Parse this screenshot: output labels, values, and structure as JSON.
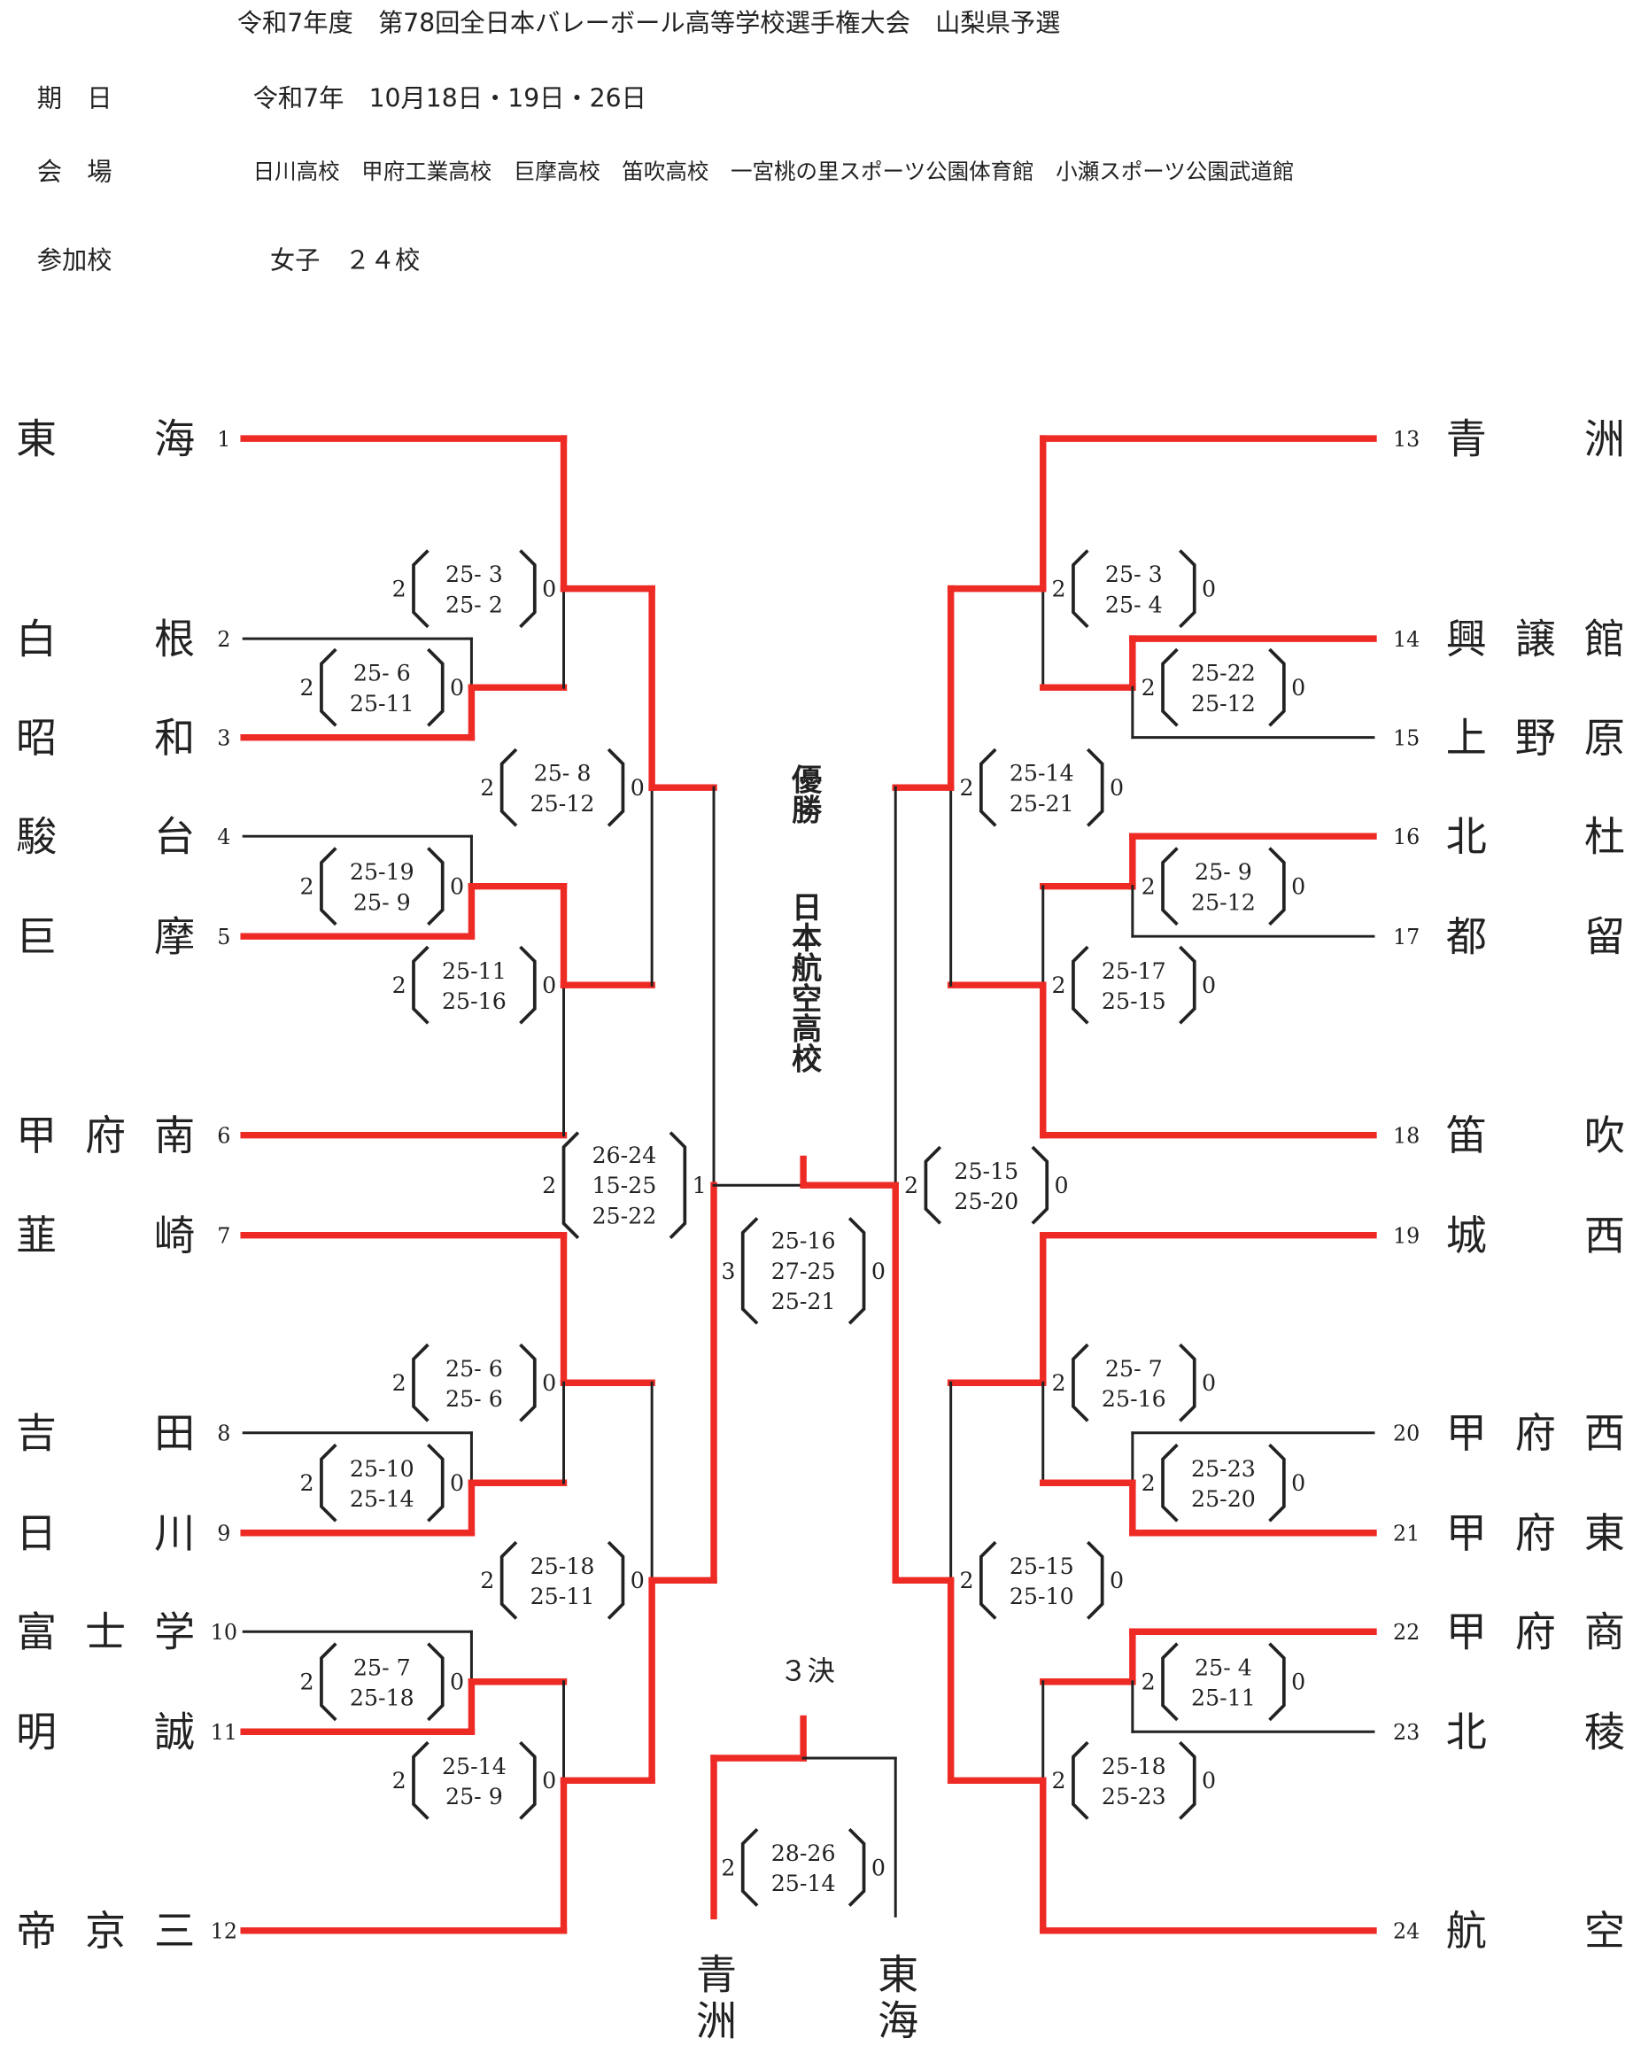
{
  "header": {
    "title": "令和7年度　第78回全日本バレーボール高等学校選手権大会　山梨県予選",
    "date_label": "期　日",
    "date_value": "令和7年　10月18日・19日・26日",
    "venue_label": "会　場",
    "venue_value": "日川高校　甲府工業高校　巨摩高校　笛吹高校　一宮桃の里スポーツ公園体育館　小瀬スポーツ公園武道館",
    "participants_label": "参加校",
    "participants_value": "女子　２４校"
  },
  "colors": {
    "winner_line": "#ee2a24",
    "line": "#222222"
  },
  "teams": [
    {
      "seed": "1",
      "name": "東海"
    },
    {
      "seed": "2",
      "name": "白根"
    },
    {
      "seed": "3",
      "name": "昭和"
    },
    {
      "seed": "4",
      "name": "駿台"
    },
    {
      "seed": "5",
      "name": "巨摩"
    },
    {
      "seed": "6",
      "name": "甲府南"
    },
    {
      "seed": "7",
      "name": "韮崎"
    },
    {
      "seed": "8",
      "name": "吉田"
    },
    {
      "seed": "9",
      "name": "日川"
    },
    {
      "seed": "10",
      "name": "富士学"
    },
    {
      "seed": "11",
      "name": "明誠"
    },
    {
      "seed": "12",
      "name": "帝京三"
    },
    {
      "seed": "13",
      "name": "青洲"
    },
    {
      "seed": "14",
      "name": "興譲館"
    },
    {
      "seed": "15",
      "name": "上野原"
    },
    {
      "seed": "16",
      "name": "北杜"
    },
    {
      "seed": "17",
      "name": "都留"
    },
    {
      "seed": "18",
      "name": "笛吹"
    },
    {
      "seed": "19",
      "name": "城西"
    },
    {
      "seed": "20",
      "name": "甲府西"
    },
    {
      "seed": "21",
      "name": "甲府東"
    },
    {
      "seed": "22",
      "name": "甲府商"
    },
    {
      "seed": "23",
      "name": "北稜"
    },
    {
      "seed": "24",
      "name": "航空"
    }
  ],
  "matches": [
    {
      "left": "2",
      "right": "0",
      "sets": [
        "25- 6",
        "25-11"
      ]
    },
    {
      "left": "2",
      "right": "0",
      "sets": [
        "25- 3",
        "25- 2"
      ]
    },
    {
      "left": "2",
      "right": "0",
      "sets": [
        "25-19",
        "25- 9"
      ]
    },
    {
      "left": "2",
      "right": "0",
      "sets": [
        "25-11",
        "25-16"
      ]
    },
    {
      "left": "2",
      "right": "0",
      "sets": [
        "25- 8",
        "25-12"
      ]
    },
    {
      "left": "2",
      "right": "0",
      "sets": [
        "25-10",
        "25-14"
      ]
    },
    {
      "left": "2",
      "right": "0",
      "sets": [
        "25- 6",
        "25- 6"
      ]
    },
    {
      "left": "2",
      "right": "0",
      "sets": [
        "25- 7",
        "25-18"
      ]
    },
    {
      "left": "2",
      "right": "0",
      "sets": [
        "25-14",
        "25- 9"
      ]
    },
    {
      "left": "2",
      "right": "0",
      "sets": [
        "25-18",
        "25-11"
      ]
    },
    {
      "left": "2",
      "right": "1",
      "sets": [
        "26-24",
        "15-25",
        "25-22"
      ]
    },
    {
      "left": "2",
      "right": "0",
      "sets": [
        "25-22",
        "25-12"
      ]
    },
    {
      "left": "2",
      "right": "0",
      "sets": [
        "25- 3",
        "25- 4"
      ]
    },
    {
      "left": "2",
      "right": "0",
      "sets": [
        "25- 9",
        "25-12"
      ]
    },
    {
      "left": "2",
      "right": "0",
      "sets": [
        "25-17",
        "25-15"
      ]
    },
    {
      "left": "2",
      "right": "0",
      "sets": [
        "25-14",
        "25-21"
      ]
    },
    {
      "left": "2",
      "right": "0",
      "sets": [
        "25-23",
        "25-20"
      ]
    },
    {
      "left": "2",
      "right": "0",
      "sets": [
        "25- 7",
        "25-16"
      ]
    },
    {
      "left": "2",
      "right": "0",
      "sets": [
        "25- 4",
        "25-11"
      ]
    },
    {
      "left": "2",
      "right": "0",
      "sets": [
        "25-18",
        "25-23"
      ]
    },
    {
      "left": "2",
      "right": "0",
      "sets": [
        "25-15",
        "25-10"
      ]
    },
    {
      "left": "2",
      "right": "0",
      "sets": [
        "25-15",
        "25-20"
      ]
    },
    {
      "left": "3",
      "right": "0",
      "sets": [
        "25-16",
        "27-25",
        "25-21"
      ]
    },
    {
      "left": "2",
      "right": "0",
      "sets": [
        "28-26",
        "25-14"
      ]
    }
  ],
  "champion": {
    "label": "優勝",
    "name": "日本航空高校"
  },
  "third_place": {
    "label": "３決",
    "teams": [
      "青洲",
      "東海"
    ]
  }
}
